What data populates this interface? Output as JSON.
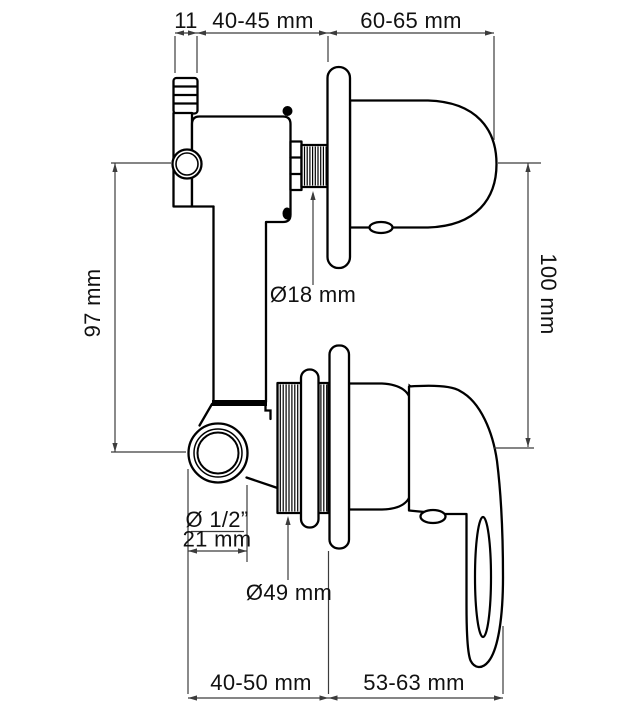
{
  "diagram": {
    "type": "technical-dimension-drawing",
    "subject": "concealed shower mixer valve and trim, side view with dimensions",
    "colors": {
      "background": "#ffffff",
      "outline": "#000000",
      "dimension_lines": "#3c3c3c",
      "text": "#111111"
    },
    "labels": {
      "nozzle_width": "11",
      "valve_depth": "40-45 mm",
      "handle_depth": "60-65 mm",
      "valve_height": "97 mm",
      "handle_height": "100 mm",
      "stem_diameter": "Ø18 mm",
      "inlet_thread": "Ø 1/2”",
      "inlet_diameter": "21 mm",
      "collar_diameter": "Ø49 mm",
      "bottom_left_span": "40-50 mm",
      "bottom_right_span": "53-63 mm"
    }
  }
}
